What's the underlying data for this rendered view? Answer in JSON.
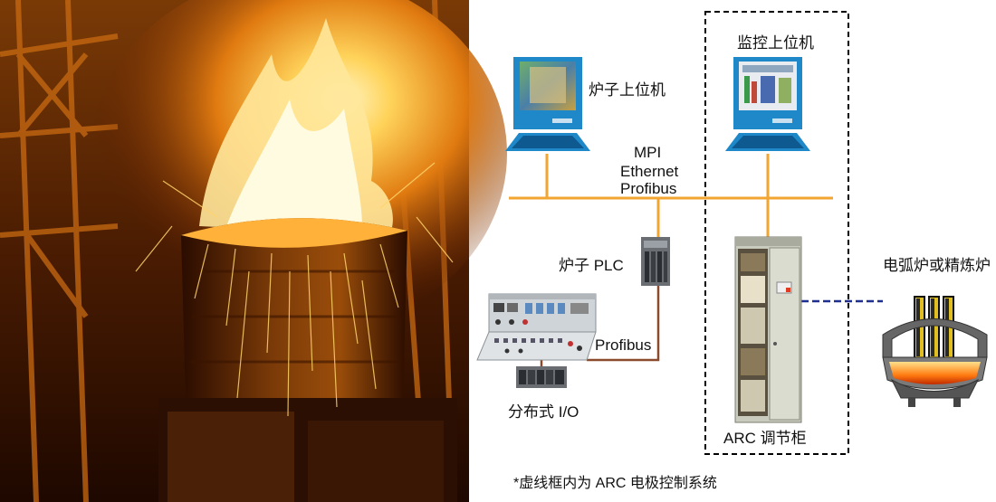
{
  "photo": {
    "subject": "electric-arc-furnace-sparks-photo"
  },
  "labels": {
    "furnace_pc": "炉子上位机",
    "monitor_pc": "监控上位机",
    "bus_line1": "MPI",
    "bus_line2": "Ethernet",
    "bus_line3": "Profibus",
    "furnace_plc": "炉子 PLC",
    "profibus": "Profibus",
    "distributed_io": "分布式 I/O",
    "arc_cabinet": "ARC 调节柜",
    "arc_furnace": "电弧炉或精炼炉",
    "footnote": "*虚线框内为 ARC 电极控制系统"
  },
  "colors": {
    "bus": "#f2a530",
    "profibus_link": "#8b4a2b",
    "furnace_link": "#1f2f8f",
    "dashed_box": "#000000",
    "monitor_frame": "#1e88c8"
  }
}
